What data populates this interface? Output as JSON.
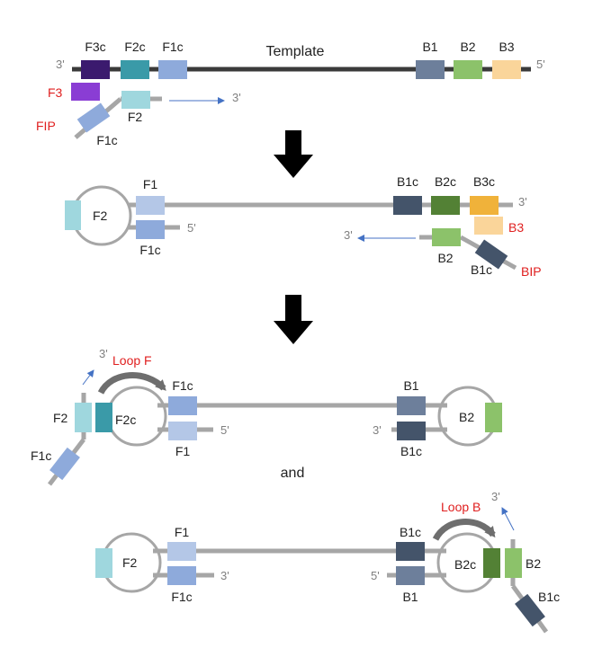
{
  "colors": {
    "F3c": "#3b1a6e",
    "F2c": "#3a9aa8",
    "F1c": "#8eaadb",
    "F3": "#8a3dd4",
    "F2": "#9fd7de",
    "F1": "#b4c7e7",
    "B1": "#6d7f9b",
    "B1c": "#44546a",
    "B2": "#8cc26a",
    "B2c": "#538135",
    "B3": "#fad59a",
    "B3c": "#f0b23a",
    "rail": "#a6a6a6",
    "template": "#3a3a3a",
    "primer_text": "#e02020",
    "extension_arrow": "#4472c4"
  },
  "panel1": {
    "title": "Template",
    "left_end": "3'",
    "right_end": "5'",
    "labels": {
      "F3c": "F3c",
      "F2c": "F2c",
      "F1c": "F1c",
      "B1": "B1",
      "B2": "B2",
      "B3": "B3"
    },
    "primer_F3": "F3",
    "primer_FIP": "FIP",
    "fip_F2": "F2",
    "fip_F1c": "F1c",
    "extension_end": "3'"
  },
  "panel2": {
    "loop_F2": "F2",
    "F1": "F1",
    "F1c": "F1c",
    "end_5": "5'",
    "B1c": "B1c",
    "B2c": "B2c",
    "B3c": "B3c",
    "end_3_top": "3'",
    "primer_B3": "B3",
    "primer_BIP": "BIP",
    "bip_B2": "B2",
    "bip_B1c": "B1c",
    "extension_end": "3'"
  },
  "panel3": {
    "loop_F_label": "Loop F",
    "tip_3": "3'",
    "F2": "F2",
    "F2c": "F2c",
    "F1c_bottom_arm": "F1c",
    "F1c_top": "F1c",
    "F1": "F1",
    "end_5": "5'",
    "B1": "B1",
    "B1c": "B1c",
    "end_3": "3'",
    "loop_B2": "B2"
  },
  "and_label": "and",
  "panel4": {
    "loop_F2": "F2",
    "F1": "F1",
    "F1c": "F1c",
    "end_3": "3'",
    "B1c": "B1c",
    "B1": "B1",
    "end_5": "5'",
    "B2c": "B2c",
    "loop_B_label": "Loop B",
    "tip_3": "3'",
    "B2": "B2",
    "B1c_arm": "B1c"
  }
}
